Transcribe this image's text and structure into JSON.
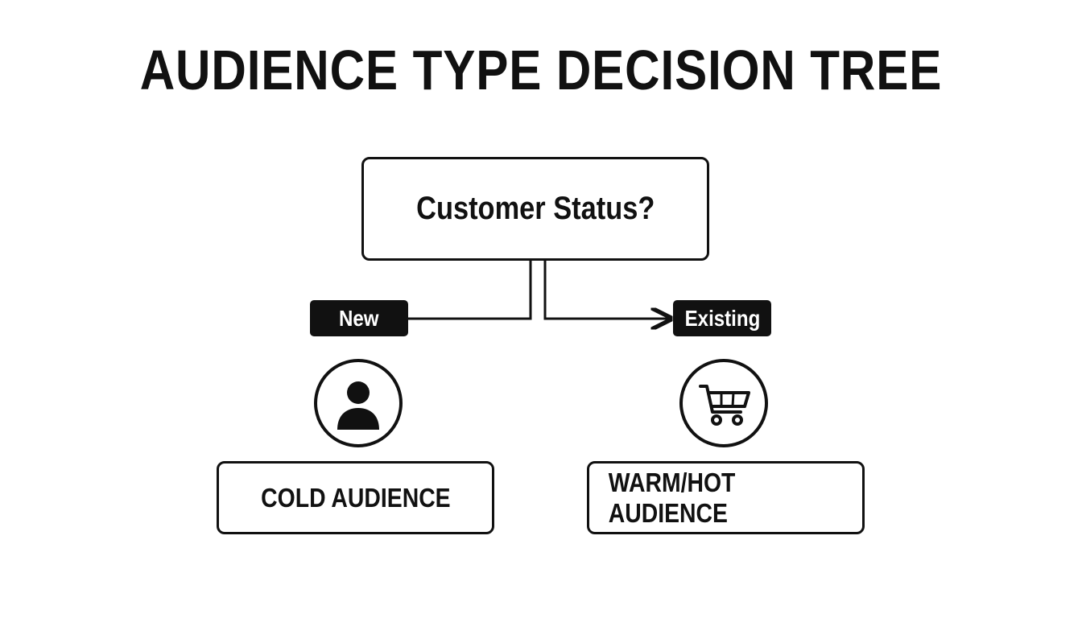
{
  "title": "AUDIENCE TYPE DECISION TREE",
  "root": {
    "label": "Customer Status?"
  },
  "branches": [
    {
      "tag": "New",
      "icon": "person-icon",
      "result": "COLD AUDIENCE"
    },
    {
      "tag": "Existing",
      "icon": "shopping-cart-icon",
      "result": "WARM/HOT AUDIENCE"
    }
  ],
  "colors": {
    "ink": "#111111",
    "background": "#ffffff",
    "tag_text": "#ffffff"
  }
}
